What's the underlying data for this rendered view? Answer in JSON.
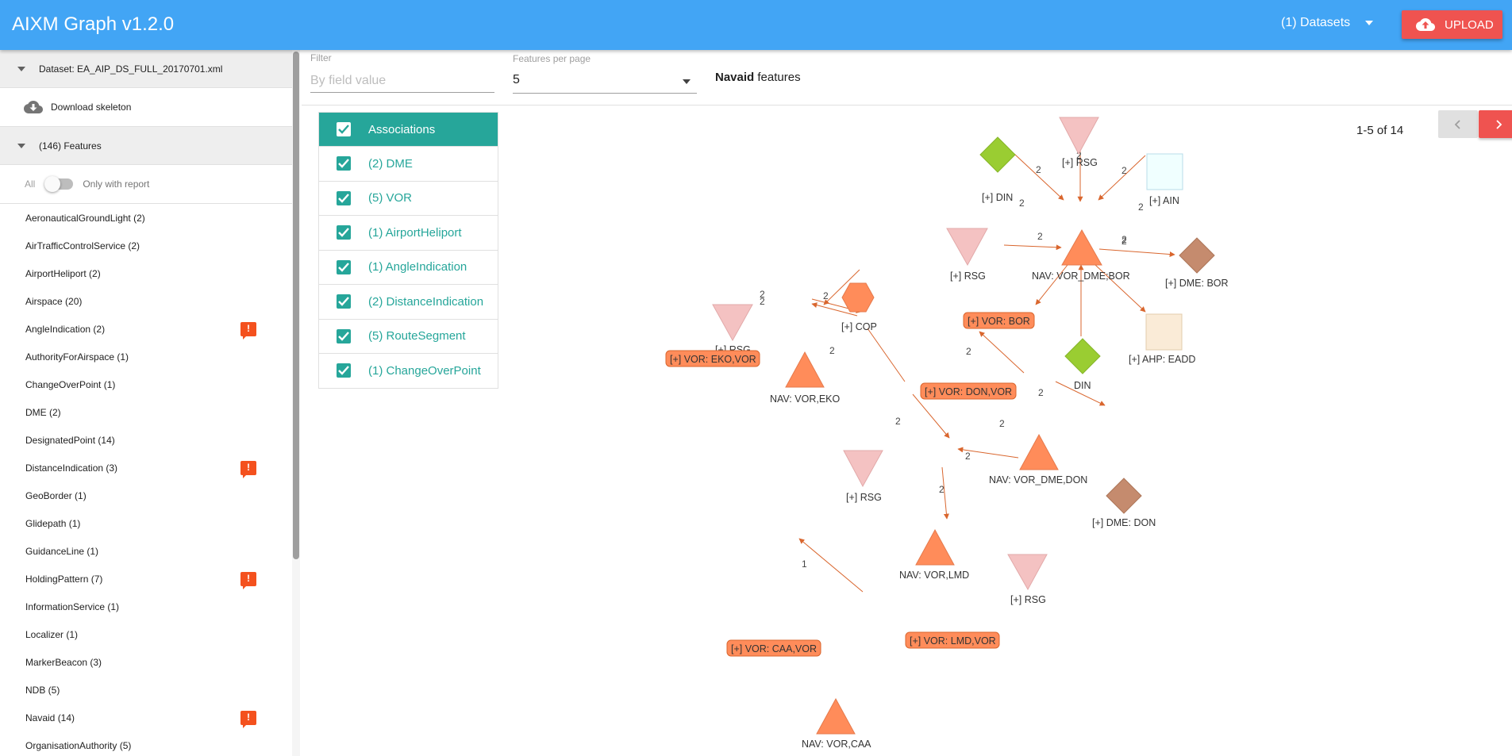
{
  "app": {
    "title": "AIXM Graph v1.2.0",
    "datasets_label": "(1) Datasets",
    "upload_label": "UPLOAD"
  },
  "sidebar": {
    "dataset_header": "Dataset: EA_AIP_DS_FULL_20170701.xml",
    "download_label": "Download skeleton",
    "features_header": "(146) Features",
    "toggle_all": "All",
    "toggle_report": "Only with report",
    "features": [
      {
        "label": "AeronauticalGroundLight (2)",
        "warn": false
      },
      {
        "label": "AirTrafficControlService (2)",
        "warn": false
      },
      {
        "label": "AirportHeliport (2)",
        "warn": false
      },
      {
        "label": "Airspace (20)",
        "warn": false
      },
      {
        "label": "AngleIndication (2)",
        "warn": true
      },
      {
        "label": "AuthorityForAirspace (1)",
        "warn": false
      },
      {
        "label": "ChangeOverPoint (1)",
        "warn": false
      },
      {
        "label": "DME (2)",
        "warn": false
      },
      {
        "label": "DesignatedPoint (14)",
        "warn": false
      },
      {
        "label": "DistanceIndication (3)",
        "warn": true
      },
      {
        "label": "GeoBorder (1)",
        "warn": false
      },
      {
        "label": "Glidepath (1)",
        "warn": false
      },
      {
        "label": "GuidanceLine (1)",
        "warn": false
      },
      {
        "label": "HoldingPattern (7)",
        "warn": true
      },
      {
        "label": "InformationService (1)",
        "warn": false
      },
      {
        "label": "Localizer (1)",
        "warn": false
      },
      {
        "label": "MarkerBeacon (3)",
        "warn": false
      },
      {
        "label": "NDB (5)",
        "warn": false
      },
      {
        "label": "Navaid (14)",
        "warn": true
      },
      {
        "label": "OrganisationAuthority (5)",
        "warn": false
      }
    ],
    "warn_symbol": "!"
  },
  "filter": {
    "filter_label": "Filter",
    "filter_placeholder": "By field value",
    "per_page_label": "Features per page",
    "per_page_value": "5",
    "title_bold": "Navaid",
    "title_rest": " features"
  },
  "associations": {
    "header": "Associations",
    "items": [
      "(2) DME",
      "(5) VOR",
      "(1) AirportHeliport",
      "(1) AngleIndication",
      "(2) DistanceIndication",
      "(5) RouteSegment",
      "(1) ChangeOverPoint"
    ]
  },
  "pager": {
    "range_text": "1-5 of 14"
  },
  "graph": {
    "colors": {
      "navaid": "#ff8c5a",
      "rsg": "#f4c2c2",
      "din": "#9acd32",
      "dme": "#c58b6e",
      "ain": "#f0ffff",
      "ahp": "#faebd7",
      "edge": "#d9662e",
      "header": "#42a5f5",
      "accent": "#ef5350",
      "teal": "#26a69a"
    },
    "node_labels": {
      "bor": "NAV: VOR_DME;BOR",
      "bor_rsg_top": "[+] RSG",
      "bor_din": "[+] DIN",
      "bor_ain": "[+] AIN",
      "bor_rsg_left": "[+] RSG",
      "bor_dme": "[+] DME: BOR",
      "bor_vor": "[+] VOR: BOR",
      "bor_din_bottom": "DIN",
      "bor_ahp": "[+] AHP: EADD",
      "eko": "NAV: VOR,EKO",
      "eko_rsg": "[+] RSG",
      "eko_cop": "[+] COP",
      "eko_vor": "[+] VOR: EKO,VOR",
      "mid_rsg": "[+] RSG",
      "don": "NAV: VOR_DME,DON",
      "don_vor": "[+] VOR: DON,VOR",
      "don_dme": "[+] DME: DON",
      "lmd": "NAV: VOR,LMD",
      "lmd_rsg": "[+] RSG",
      "lmd_vor": "[+] VOR: LMD,VOR",
      "caa": "NAV: VOR,CAA",
      "caa_vor": "[+] VOR: CAA,VOR"
    },
    "edge_labels": {
      "two": "2",
      "one": "1"
    }
  }
}
